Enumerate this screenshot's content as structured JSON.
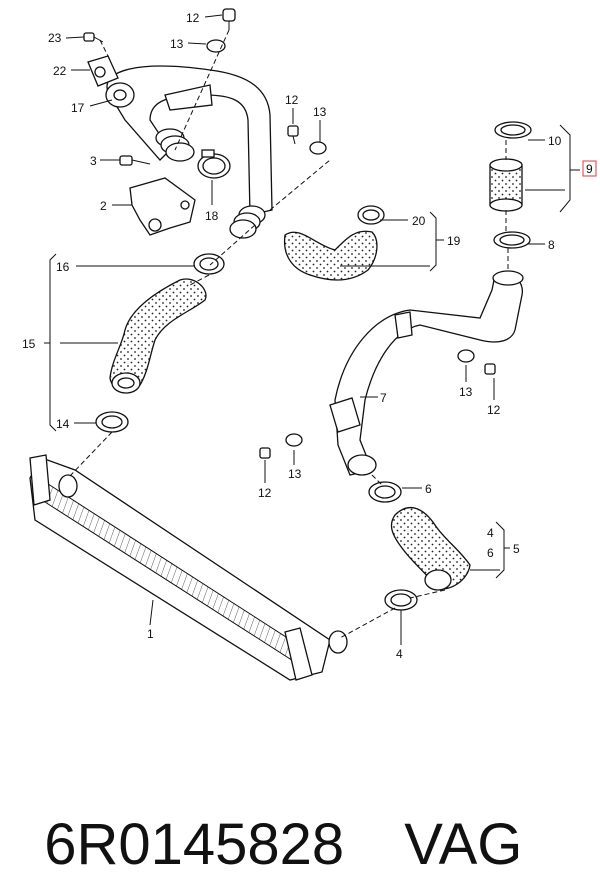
{
  "diagram": {
    "labels": {
      "p1": "1",
      "p2": "2",
      "p3": "3",
      "p4a": "4",
      "p4b": "4",
      "p5": "5",
      "p6a": "6",
      "p6b": "6",
      "p7": "7",
      "p8": "8",
      "p9": "9",
      "p10": "10",
      "p12a": "12",
      "p12b": "12",
      "p12c": "12",
      "p12d": "12",
      "p13a": "13",
      "p13b": "13",
      "p13c": "13",
      "p13d": "13",
      "p14": "14",
      "p15": "15",
      "p16": "16",
      "p17": "17",
      "p18": "18",
      "p19": "19",
      "p20": "20",
      "p22": "22",
      "p23": "23"
    },
    "highlight_color": "#e53935"
  },
  "caption": {
    "part_number": "6R0145828",
    "brand": "VAG"
  }
}
